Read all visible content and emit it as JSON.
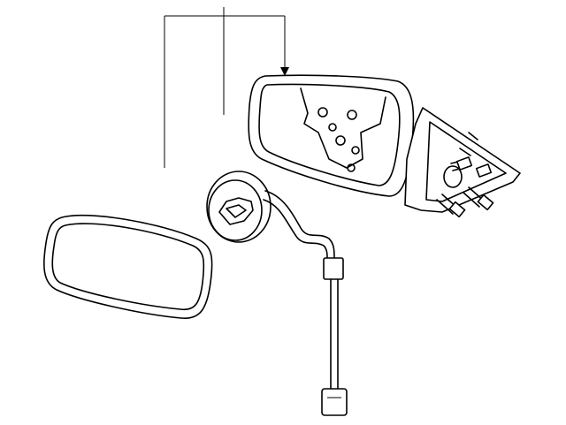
{
  "diagram": {
    "colors": {
      "line": "#000000",
      "background": "#ffffff"
    },
    "parts": [
      "mirror-glass",
      "mirror-motor",
      "wiring-harness",
      "mirror-housing-assembly"
    ]
  }
}
